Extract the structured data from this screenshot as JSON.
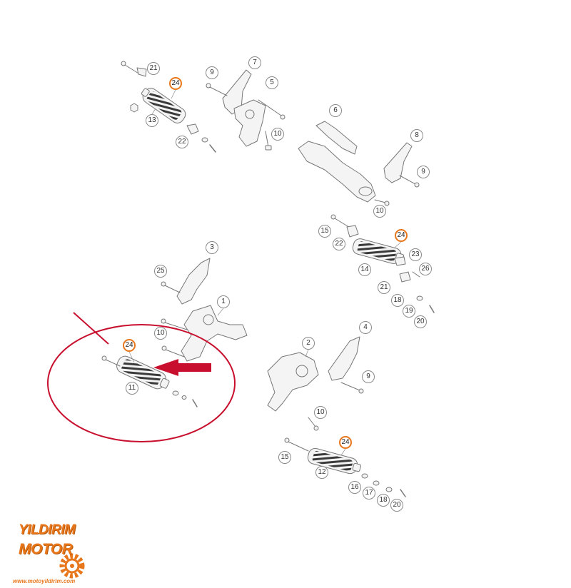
{
  "diagram": {
    "callouts": [
      {
        "label": "21"
      },
      {
        "label": "24"
      },
      {
        "label": "13"
      },
      {
        "label": "22"
      },
      {
        "label": "9"
      },
      {
        "label": "7"
      },
      {
        "label": "5"
      },
      {
        "label": "10"
      },
      {
        "label": "6"
      },
      {
        "label": "8"
      },
      {
        "label": "9"
      },
      {
        "label": "10"
      },
      {
        "label": "15"
      },
      {
        "label": "24"
      },
      {
        "label": "22"
      },
      {
        "label": "23"
      },
      {
        "label": "14"
      },
      {
        "label": "26"
      },
      {
        "label": "21"
      },
      {
        "label": "18"
      },
      {
        "label": "19"
      },
      {
        "label": "20"
      },
      {
        "label": "3"
      },
      {
        "label": "25"
      },
      {
        "label": "1"
      },
      {
        "label": "10"
      },
      {
        "label": "24"
      },
      {
        "label": "11"
      },
      {
        "label": "4"
      },
      {
        "label": "2"
      },
      {
        "label": "9"
      },
      {
        "label": "10"
      },
      {
        "label": "24"
      },
      {
        "label": "15"
      },
      {
        "label": "12"
      },
      {
        "label": "16"
      },
      {
        "label": "17"
      },
      {
        "label": "18"
      },
      {
        "label": "20"
      }
    ]
  },
  "colors": {
    "line_art": "#777777",
    "tread": "#3a3a3a",
    "highlight": "#e8771c",
    "annotation": "#c8102e"
  },
  "logo": {
    "line1": "YILDIRIM",
    "line2": "MOTOR",
    "url": "www.motoyildirim.com"
  }
}
